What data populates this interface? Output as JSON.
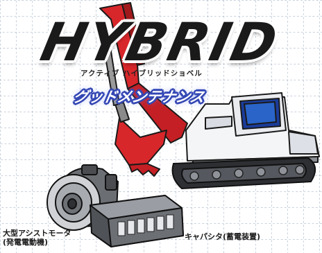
{
  "logo": {
    "word": "HYBRID",
    "subtitle": "アクティブ ハイブリッドショベル"
  },
  "tagline": "グッドメンテナンス",
  "labels": {
    "motor_line1": "大型アシストモータ",
    "motor_line2": "(発電電動機)",
    "capacitor": "キャパシタ(蓄電装置)"
  },
  "colors": {
    "arm_red": "#d8272b",
    "body_white": "#f4f5f7",
    "track_dark": "#2d2f33",
    "accent_blue": "#3447b4"
  }
}
